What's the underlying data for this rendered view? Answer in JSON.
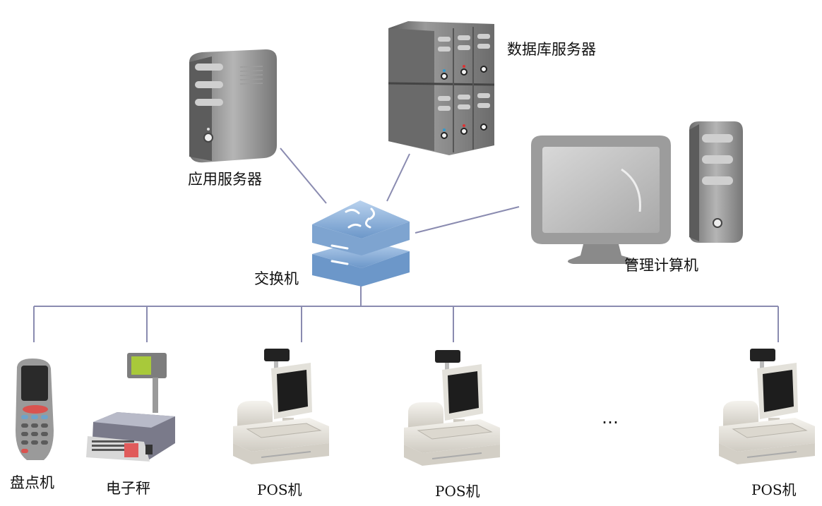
{
  "nodes": {
    "app_server": {
      "label": "应用服务器",
      "icon": "server-tower-icon"
    },
    "db_server": {
      "label": "数据库服务器",
      "icon": "server-rack-icon"
    },
    "switch": {
      "label": "交换机",
      "icon": "network-switch-icon"
    },
    "mgmt_pc": {
      "label": "管理计算机",
      "icon": "desktop-computer-icon"
    },
    "inventory": {
      "label": "盘点机",
      "icon": "handheld-scanner-icon"
    },
    "scale": {
      "label": "电子秤",
      "icon": "electronic-scale-icon"
    },
    "pos": [
      {
        "label": "POS机",
        "icon": "pos-terminal-icon"
      },
      {
        "label": "POS机",
        "icon": "pos-terminal-icon"
      },
      {
        "label": "POS机",
        "icon": "pos-terminal-icon"
      }
    ],
    "ellipsis": "…"
  },
  "colors": {
    "line": "#8a8bb0",
    "switch": "#7fa6d3",
    "device_gray": "#8c8c8c"
  }
}
